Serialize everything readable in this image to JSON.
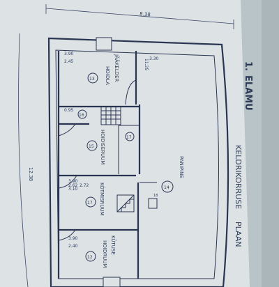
{
  "plan": {
    "heading_number": "1.",
    "heading_title": "ELAMU",
    "subtitle_1": "KELDRIKORRUSE",
    "subtitle_2": "PLAAN",
    "overall_width": "8.38",
    "overall_depth": "12.38"
  },
  "rooms": [
    {
      "number": "13",
      "name": "JÄÄKELDER",
      "name_2": "HOIDLA",
      "dims_1": "3.90",
      "dims_2": "2.45"
    },
    {
      "number": "14",
      "name": "PANIPINE",
      "dims_1": "3.30",
      "dims_2": "11.25"
    },
    {
      "number": "16",
      "dims_1": "0.95"
    },
    {
      "number": "15",
      "name": "HOIDISERUUM",
      "dims_1": "2.62",
      "dims_2": "2.72"
    },
    {
      "number": "17",
      "name": "KÕTMISRUUM",
      "dims_1": "3.90",
      "dims_2": "3.10"
    },
    {
      "number": "18"
    },
    {
      "number": "12",
      "name": "KÜTUSE",
      "name_2": "HOIDRUUM",
      "dims_1": "3.90",
      "dims_2": "2.40"
    }
  ],
  "colors": {
    "paper": "#dde4e6",
    "ink": "#2a3552",
    "background": "#b9c4c8"
  }
}
